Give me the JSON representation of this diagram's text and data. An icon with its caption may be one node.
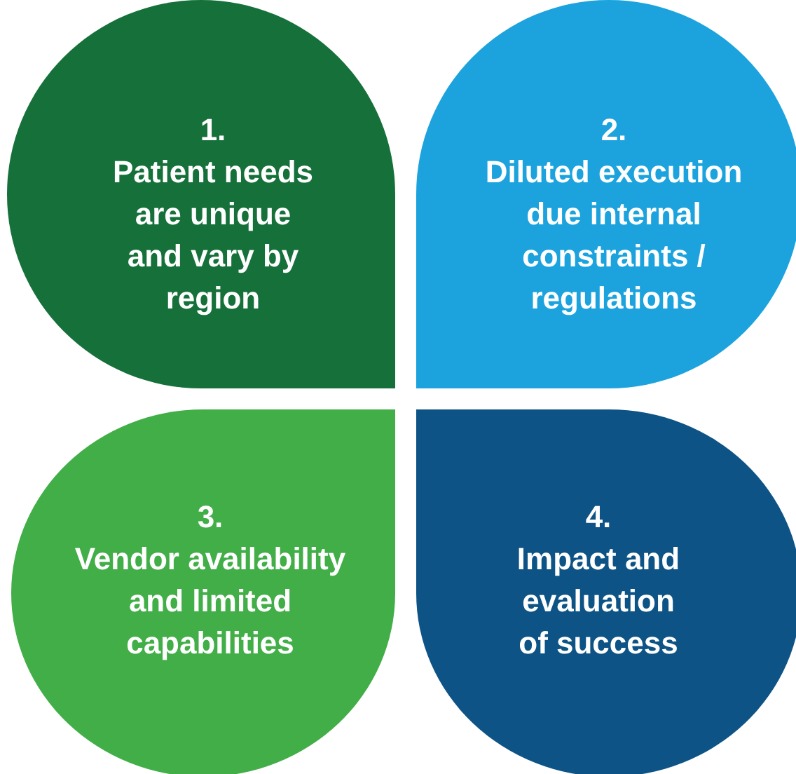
{
  "diagram": {
    "nodes": [
      {
        "text": [
          "1.",
          "Patient needs are unique and vary by region"
        ]
      },
      {
        "text": [
          "2.",
          "Diluted execution due internal constraints / regulations"
        ]
      },
      {
        "text": [
          "3.",
          "Vendor availability and limited capabilities"
        ]
      },
      {
        "text": [
          "4.",
          "Impact and evaluation of success"
        ]
      }
    ]
  }
}
